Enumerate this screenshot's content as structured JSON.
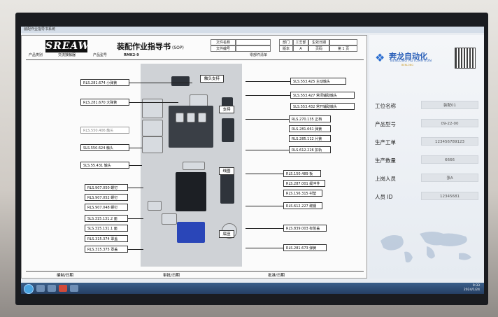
{
  "window": {
    "title": "装配作业指导书系统"
  },
  "sop": {
    "logo": "SREAW",
    "title": "装配作业指导书",
    "title_suffix": "(SOP)",
    "header_cells": {
      "file_name": "文件名称",
      "file_no": "文件编号",
      "dept": "部门",
      "section": "工艺部",
      "date": "生效日期",
      "version_label": "版本",
      "version_value": "A",
      "page_total": "页码",
      "page_no": "第 1 页"
    },
    "info": {
      "product_category": "产品类别",
      "product_category_value": "交流接触器",
      "product_model": "产品型号",
      "product_model_value": "RMK2-9",
      "parts_list": "零部件清单"
    },
    "center_labels": {
      "contact_support": "触头支持",
      "bracket": "支持",
      "base": "底座",
      "coil": "线圈"
    },
    "left_labels": [
      "RLS.281.674 小弹簧",
      "RLS.281.670 大弹簧",
      "RLS.550.406 触头",
      "SLS.550.624 触头",
      "SLS.55.431 触头",
      "RLS.907.050 螺钉",
      "RLS.907.052 螺钉",
      "RLS.907.048 螺钉",
      "SLS.315.131.2 面",
      "SLS.315.131.1 面",
      "RLS.315.374 罩盖",
      "RLS.315.375 罩盖"
    ],
    "right_labels": [
      "SLS.553.425 主动触头",
      "SLS.553.427 常闭辅助触头",
      "SLS.553.432 常开辅助触头",
      "RLS.270.135 正档",
      "RLS.281.661 弹簧",
      "RLS.285.112 片簧",
      "RLS.612.226 扣轨",
      "RLS.150.489 板",
      "RLS.287.001 缓冲件",
      "RLS.156.315 衬垫",
      "RLS.612.227 碳钢",
      "RLS.839.003 标签盖",
      "RLS.281.673 弹簧"
    ],
    "signatures": {
      "author": "编制/日期",
      "reviewer": "审批/日期",
      "approver": "批准/日期"
    }
  },
  "panel": {
    "brand_cn": "奔龙自动化",
    "brand_en": "BENLONG AUTOMATION",
    "brand_tag": "BENLONG",
    "fields": [
      {
        "label": "工位名称",
        "value": "装配01"
      },
      {
        "label": "产品型号",
        "value": "09-22-00"
      },
      {
        "label": "生产工单",
        "value": "123456789123"
      },
      {
        "label": "生产数量",
        "value": "6666"
      },
      {
        "label": "上岗人员",
        "value": "张A"
      },
      {
        "label": "人员 ID",
        "value": "12345681"
      }
    ]
  },
  "taskbar": {
    "time": "9:33",
    "date": "2024/1/24"
  }
}
